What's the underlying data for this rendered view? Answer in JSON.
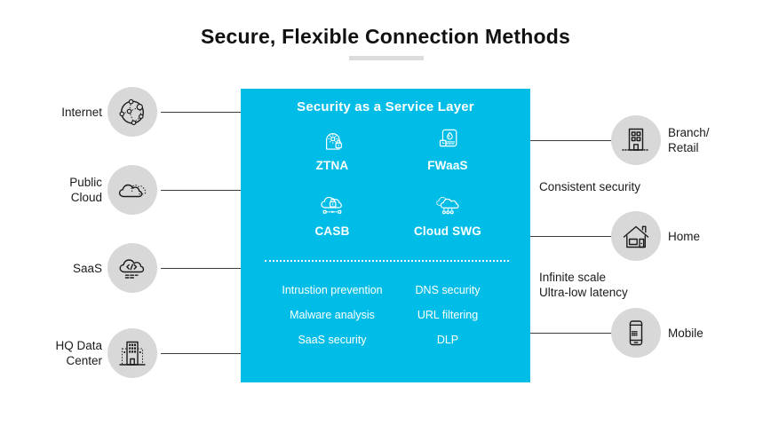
{
  "title": "Secure, Flexible Connection Methods",
  "colors": {
    "accent": "#00bde7",
    "node_gray": "#d8d8d8"
  },
  "service_layer": {
    "title": "Security as a Service Layer",
    "services": [
      {
        "label": "ZTNA",
        "icon": "ztna-shield-alert-icon"
      },
      {
        "label": "FWaaS",
        "icon": "firewall-flame-icon"
      },
      {
        "label": "CASB",
        "icon": "cloud-lock-icon"
      },
      {
        "label": "Cloud SWG",
        "icon": "cloud-gateway-icon"
      }
    ],
    "features": [
      "Intrustion prevention",
      "DNS security",
      "Malware analysis",
      "URL filtering",
      "SaaS security",
      "DLP"
    ]
  },
  "left_nodes": [
    {
      "line1": "Internet",
      "line2": "",
      "icon": "internet-globe-icon"
    },
    {
      "line1": "Public",
      "line2": "Cloud",
      "icon": "public-cloud-icon"
    },
    {
      "line1": "SaaS",
      "line2": "",
      "icon": "saas-cloud-code-icon"
    },
    {
      "line1": "HQ Data",
      "line2": "Center",
      "icon": "data-center-building-icon"
    }
  ],
  "right_nodes": [
    {
      "line1": "Branch/",
      "line2": "Retail",
      "icon": "branch-retail-building-icon"
    },
    {
      "line1": "Home",
      "line2": "",
      "icon": "home-house-icon"
    },
    {
      "line1": "Mobile",
      "line2": "",
      "icon": "mobile-phone-icon"
    }
  ],
  "annotations": {
    "consistent": "Consistent security",
    "infinite_scale": "Infinite scale",
    "ultra_low": "Ultra-low latency"
  }
}
